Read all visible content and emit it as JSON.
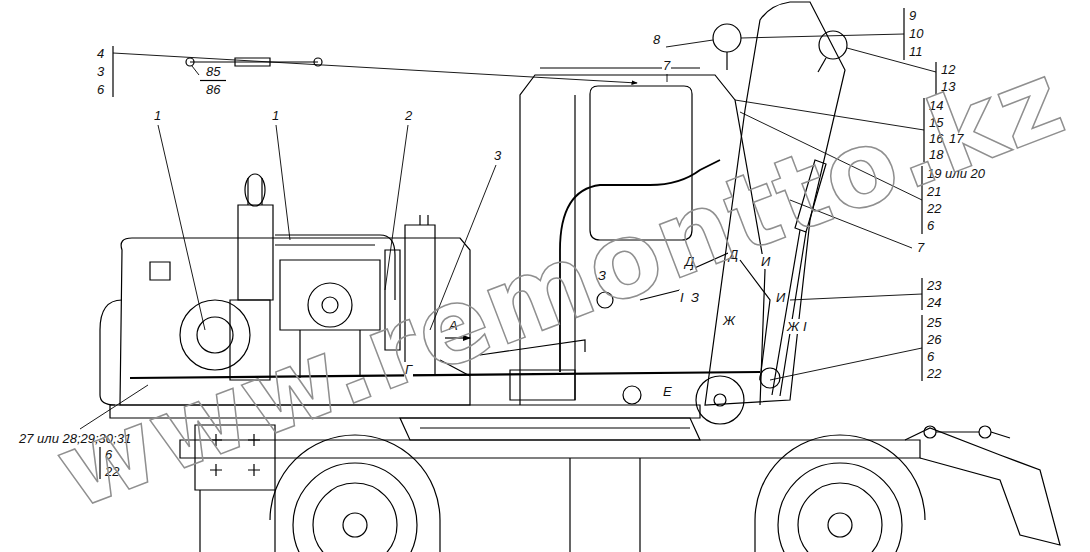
{
  "diagram": {
    "labels": [
      "85",
      "86",
      "4",
      "3",
      "6",
      "1",
      "1",
      "2",
      "3",
      "7",
      "8",
      "9",
      "10",
      "11",
      "12",
      "13",
      "14",
      "15",
      "16",
      "17",
      "18",
      "19 или 20",
      "21",
      "22",
      "6",
      "7",
      "23",
      "24",
      "25",
      "26",
      "6",
      "22",
      "27 или 28;29;30;31",
      "6",
      "22",
      "Д",
      "Д",
      "И",
      "И",
      "З",
      "I",
      "З",
      "Ж",
      "Ж",
      "I",
      "А",
      "Г",
      "Е",
      "www.remontto.kz"
    ]
  }
}
